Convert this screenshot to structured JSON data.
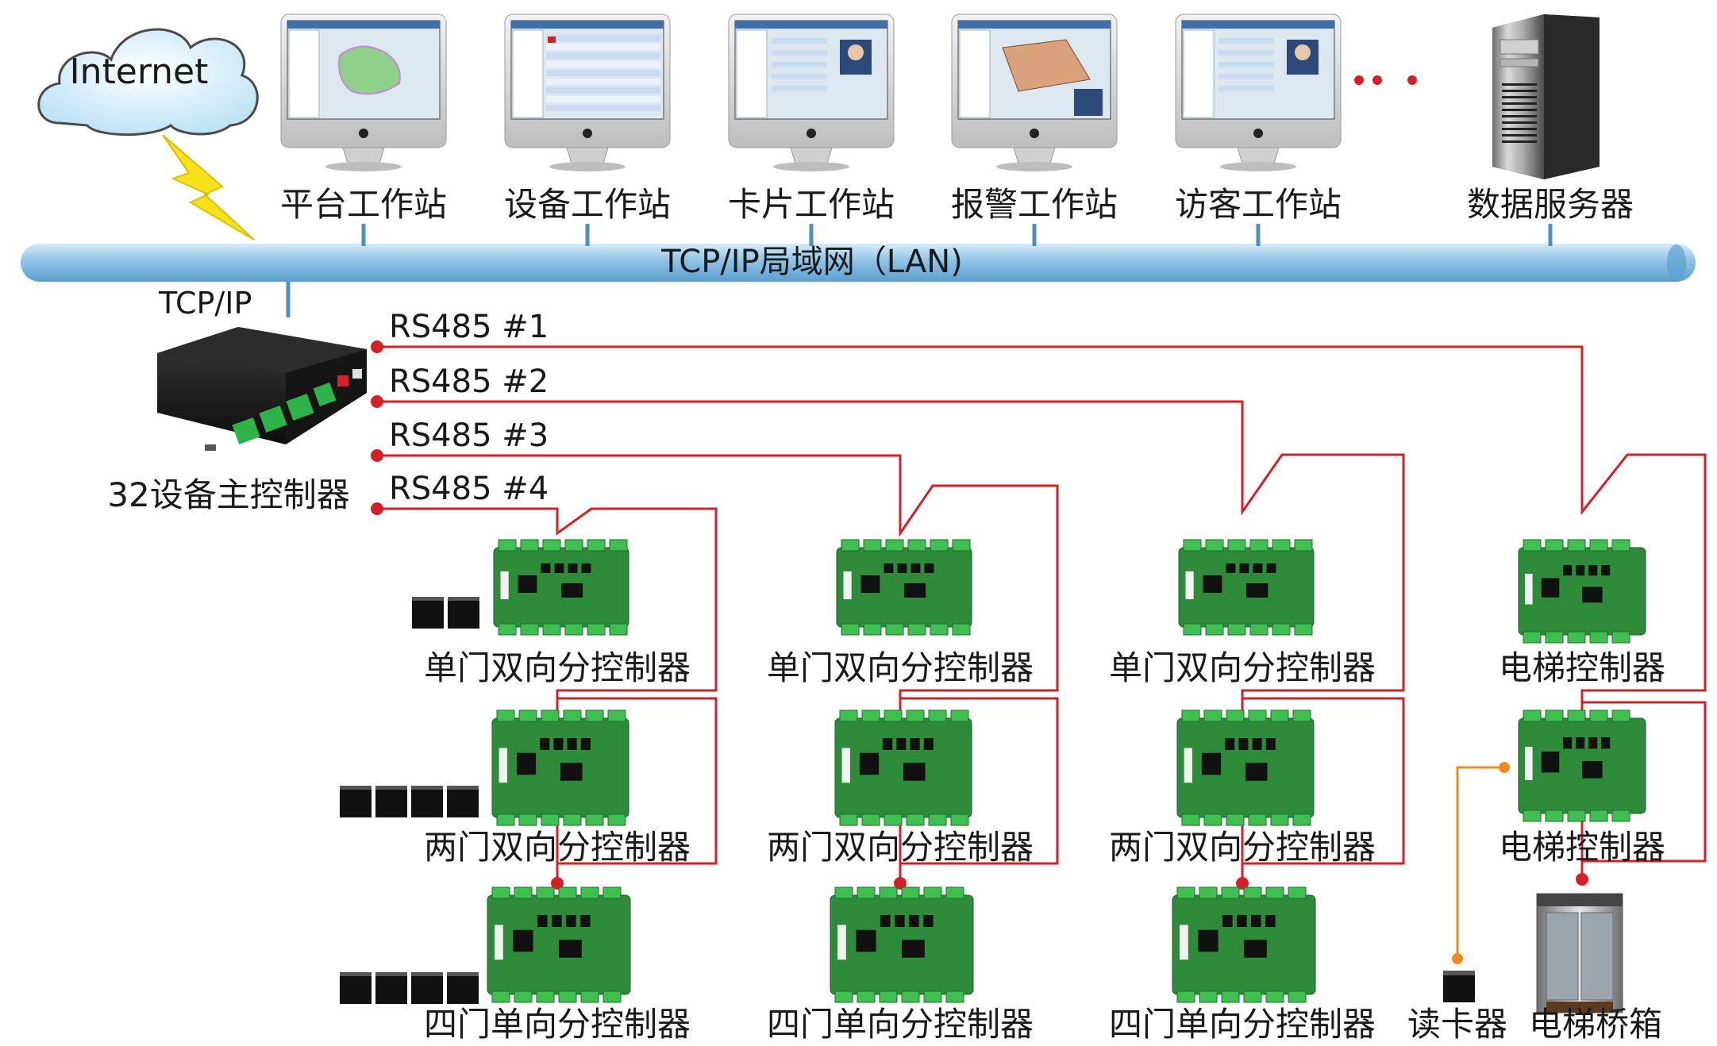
{
  "internet": {
    "label": "Internet"
  },
  "network": {
    "lan_label": "TCP/IP局域网（LAN)",
    "tcpip_label": "TCP/IP"
  },
  "workstations": [
    {
      "label": "平台工作站",
      "screen": "map"
    },
    {
      "label": "设备工作站",
      "screen": "table"
    },
    {
      "label": "卡片工作站",
      "screen": "card"
    },
    {
      "label": "报警工作站",
      "screen": "floorplan"
    },
    {
      "label": "访客工作站",
      "screen": "card"
    }
  ],
  "ellipsis": "• • •",
  "server": {
    "label": "数据服务器"
  },
  "main_controller": {
    "label": "32设备主控制器"
  },
  "buses": [
    {
      "label": "RS485   #1"
    },
    {
      "label": "RS485   #2"
    },
    {
      "label": "RS485   #3"
    },
    {
      "label": "RS485   #4"
    }
  ],
  "columns": [
    {
      "bus": "RS485 #4",
      "row1": "单门双向分控制器",
      "row2": "两门双向分控制器",
      "row3": "四门单向分控制器",
      "readers": [
        2,
        4,
        4
      ]
    },
    {
      "bus": "RS485 #3",
      "row1": "单门双向分控制器",
      "row2": "两门双向分控制器",
      "row3": "四门单向分控制器"
    },
    {
      "bus": "RS485 #2",
      "row1": "单门双向分控制器",
      "row2": "两门双向分控制器",
      "row3": "四门单向分控制器"
    }
  ],
  "elevator": {
    "bus": "RS485 #1",
    "controller1": "电梯控制器",
    "controller2": "电梯控制器",
    "reader": "读卡器",
    "car": "电梯桥箱"
  },
  "colors": {
    "bus_line": "#d42027",
    "pipe": "#8fc3e6",
    "reader_link": "#f08a1c",
    "pcb": "#2e8b3a"
  }
}
